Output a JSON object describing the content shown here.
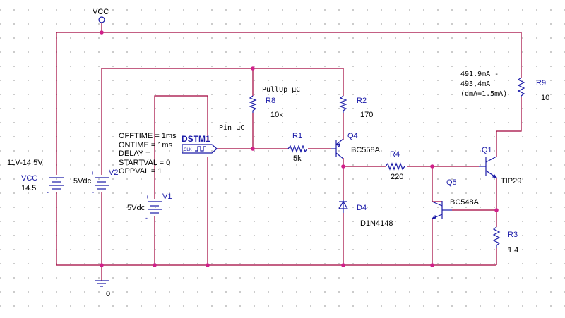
{
  "labels": {
    "vcc_top": "VCC",
    "r9_ref": "R9",
    "r9_val": "10",
    "r9_current_1": "491.9mA -",
    "r9_current_2": "493,4mA",
    "r9_current_3": "(dmA=1.5mA)",
    "pullup": "PullUp µC",
    "r8_ref": "R8",
    "r8_val": "10k",
    "r2_ref": "R2",
    "r2_val": "170",
    "pin_uc": "Pin µC",
    "r1_ref": "R1",
    "r1_val": "5k",
    "q4_ref": "Q4",
    "q4_val": "BC558A",
    "r4_ref": "R4",
    "r4_val": "220",
    "q1_ref": "Q1",
    "q1_val": "TIP29",
    "q5_ref": "Q5",
    "q5_val": "BC548A",
    "d4_ref": "D4",
    "d4_val": "D1N4148",
    "r3_ref": "R3",
    "r3_val": "1.4",
    "vcc_range": "11V-14.5V",
    "vcc_src_ref": "VCC",
    "vcc_src_val": "14.5",
    "v2_val": "5Vdc",
    "v2_ref": "V2",
    "v1_ref": "V1",
    "v1_val": "5Vdc",
    "dstm_ref": "DSTM1",
    "dstm_clk": "CLK",
    "dstm_p1": "OFFTIME = 1ms",
    "dstm_p2": "ONTIME = 1ms",
    "dstm_p3": "DELAY =",
    "dstm_p4": "STARTVAL = 0",
    "dstm_p5": "OPPVAL = 1",
    "ground": "0",
    "plus": "+",
    "minus": "-"
  },
  "colors": {
    "wire": "#a0003a",
    "component": "#1a1aa8",
    "junction": "#d0208a"
  }
}
